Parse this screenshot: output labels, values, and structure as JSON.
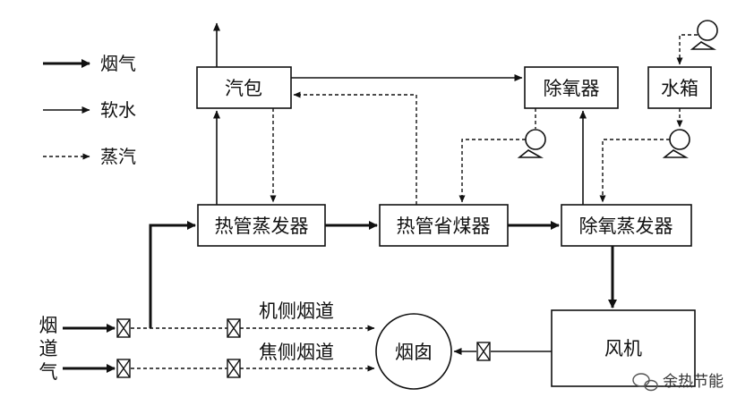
{
  "legend": {
    "flue_gas": "烟气",
    "soft_water": "软水",
    "steam": "蒸汽"
  },
  "nodes": {
    "steam_drum": "汽包",
    "deaerator": "除氧器",
    "water_tank": "水箱",
    "heat_pipe_evaporator": "热管蒸发器",
    "heat_pipe_economizer": "热管省煤器",
    "deaeration_evaporator": "除氧蒸发器",
    "fan": "风机",
    "chimney": "烟囱"
  },
  "labels": {
    "flue_gas_inlet": [
      "烟",
      "道",
      "气"
    ],
    "machine_side_flue": "机侧烟道",
    "coke_side_flue": "焦侧烟道"
  },
  "watermark": {
    "text": "余热节能"
  }
}
